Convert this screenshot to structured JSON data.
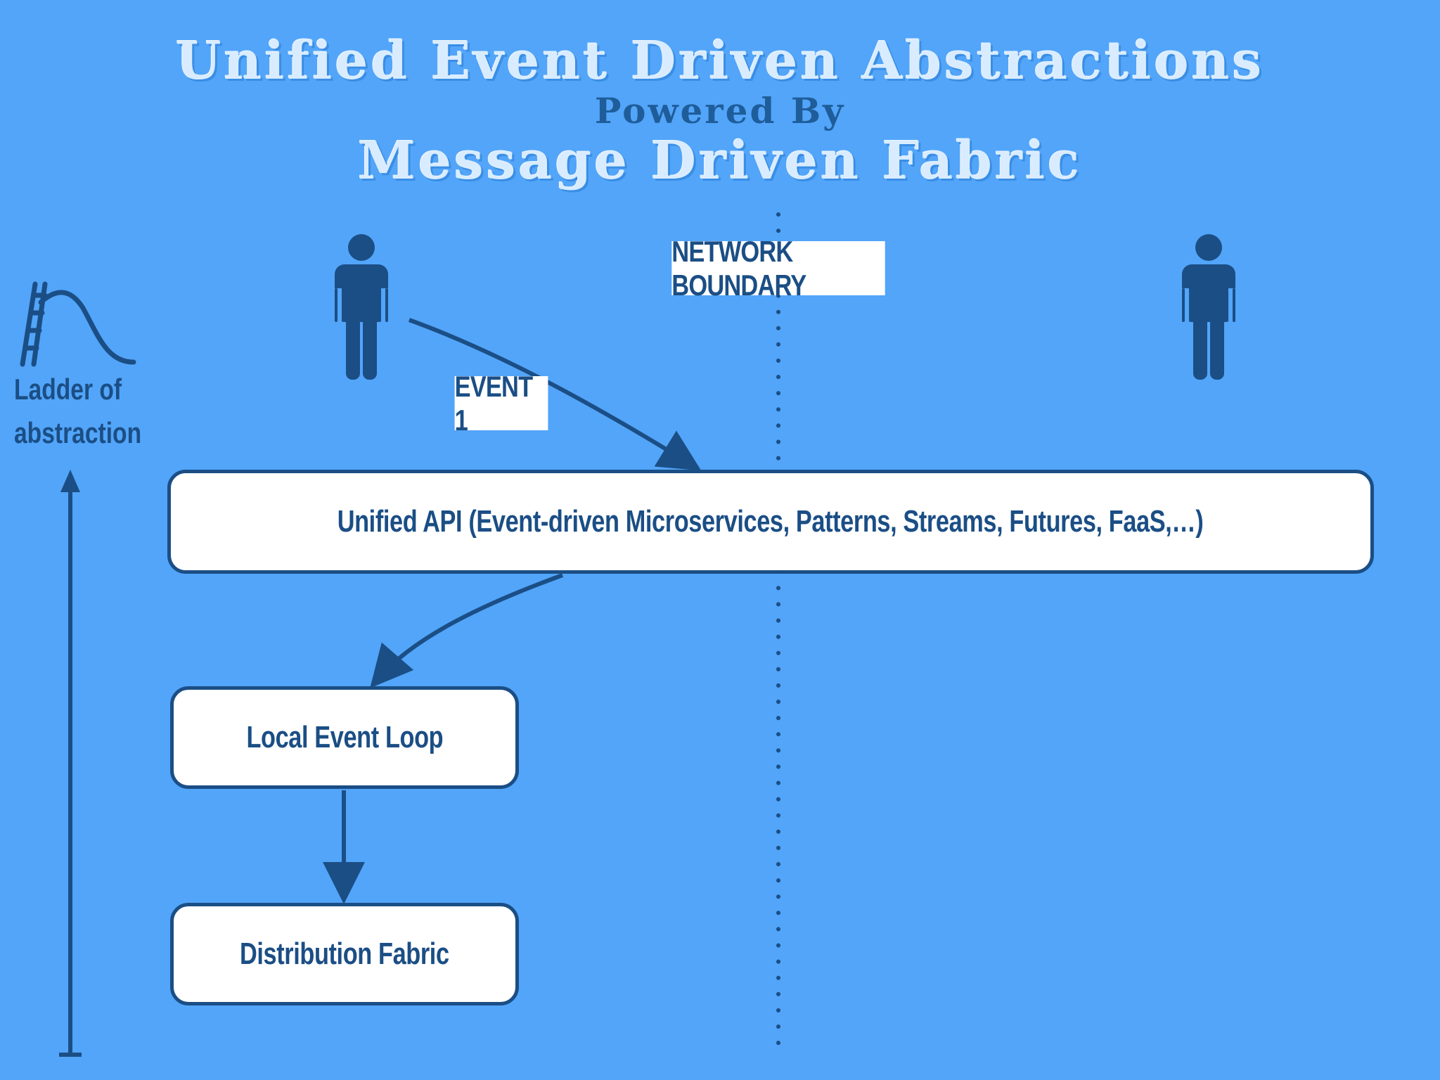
{
  "titles": {
    "main": "Unified Event Driven Abstractions",
    "sub": "Powered By",
    "third": "Message Driven Fabric"
  },
  "labels": {
    "network_boundary": "NETWORK BOUNDARY",
    "event1": "EVENT 1"
  },
  "nodes": {
    "unified_api": "Unified API (Event-driven Microservices, Patterns, Streams, Futures, FaaS,…)",
    "local_event_loop": "Local Event Loop",
    "distribution_fabric": "Distribution Fabric"
  },
  "ladder": {
    "line1": "Ladder of",
    "line2": "abstraction"
  },
  "icons": [
    "person-icon",
    "person-icon",
    "slide-icon"
  ],
  "colors": {
    "background": "#52a5f9",
    "primary": "#1b4e85",
    "box": "#ffffff",
    "title": "#d9ecff"
  }
}
